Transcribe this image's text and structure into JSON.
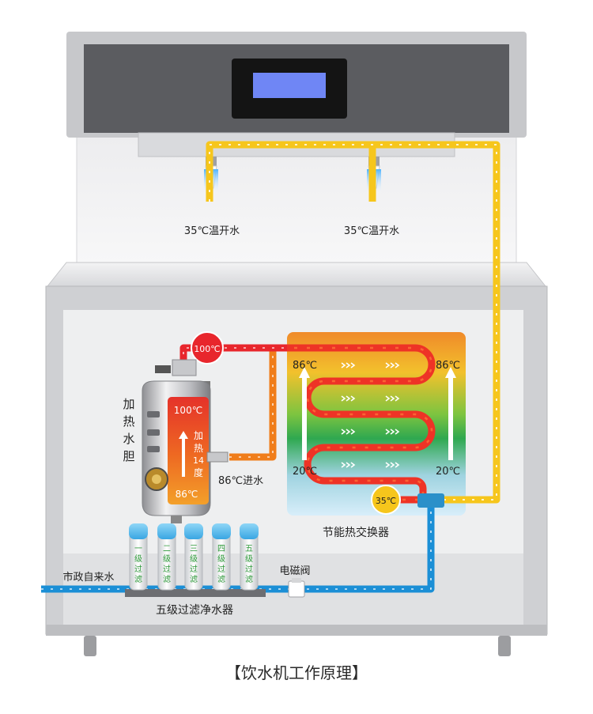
{
  "labels": {
    "outlet_left": "35℃温开水",
    "outlet_right": "35℃温开水",
    "heater_title": [
      "加",
      "热",
      "水",
      "胆"
    ],
    "heater_top_temp": "100℃",
    "heater_mid_text": [
      "加",
      "热",
      "14",
      "度"
    ],
    "heater_bottom_temp": "86℃",
    "temp_pipe_100": "100℃",
    "inlet_86": "86℃进水",
    "hx_tl": "86℃",
    "hx_tr": "86℃",
    "hx_bl": "20℃",
    "hx_br": "20℃",
    "hx_35": "35℃",
    "hx_name": "节能热交换器",
    "city_water": "市政自来水",
    "valve": "电磁阀",
    "filter_name": "五级过滤净水器",
    "caption": "【饮水机工作原理】",
    "filters": [
      [
        "一",
        "级",
        "过",
        "滤"
      ],
      [
        "二",
        "级",
        "过",
        "滤"
      ],
      [
        "三",
        "级",
        "过",
        "滤"
      ],
      [
        "四",
        "级",
        "过",
        "滤"
      ],
      [
        "五",
        "级",
        "过",
        "滤"
      ]
    ]
  },
  "colors": {
    "hot": "#e8262c",
    "warm": "#f07d1a",
    "mix": "#f6c61c",
    "cold": "#1b8fd6",
    "cabinet": "#dcdde0",
    "dark_panel": "#5b5c60",
    "screen": "#6f86f5"
  }
}
